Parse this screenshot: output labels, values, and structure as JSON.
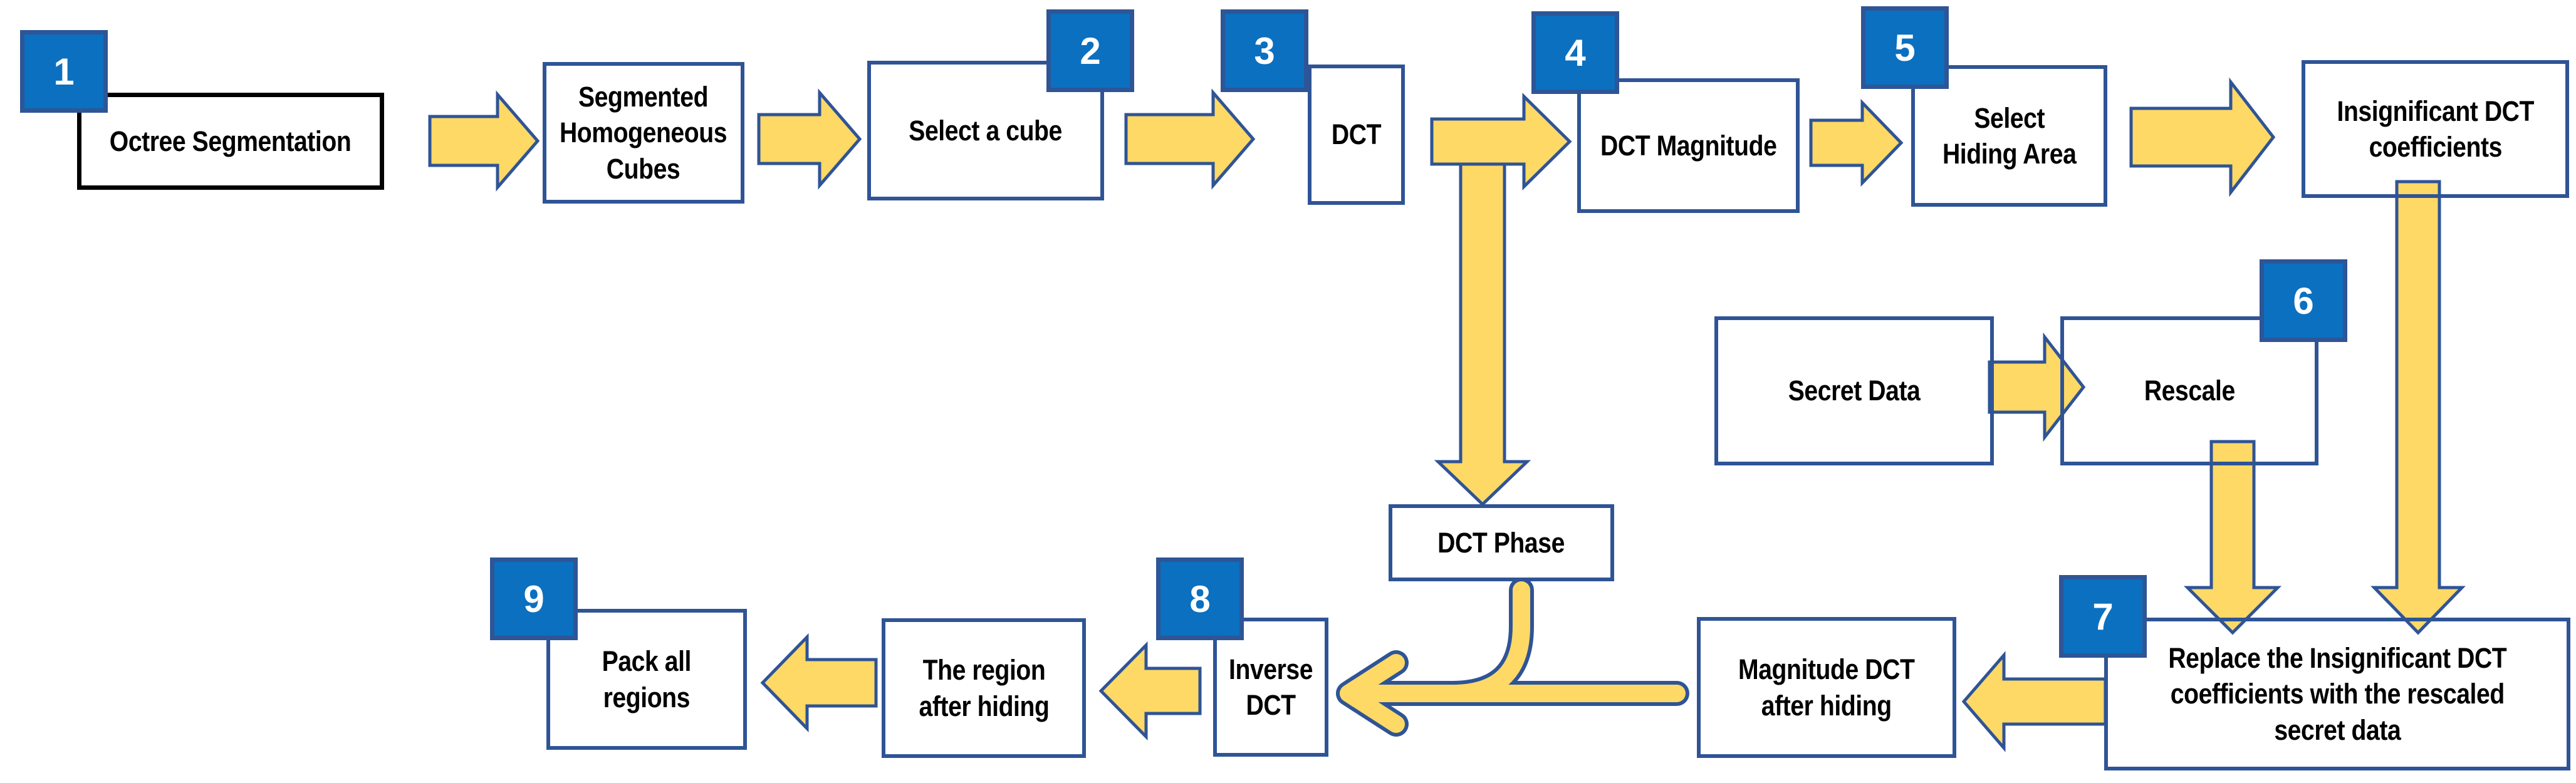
{
  "colors": {
    "background": "#FFFFFF",
    "badge_fill": "#0B70C0",
    "badge_border": "#2E5596",
    "box_border": "#2F5496",
    "start_box_border": "#000000",
    "arrow_fill": "#FFD966",
    "arrow_outline": "#2F5496",
    "label_text": "#000000",
    "badge_text": "#FFFFFF"
  },
  "nodes": {
    "octree": {
      "badge": "1",
      "label": "Octree Segmentation"
    },
    "segmented": {
      "label": "Segmented\nHomogeneous\nCubes"
    },
    "select_cube": {
      "badge": "2",
      "label": "Select a cube"
    },
    "dct": {
      "badge": "3",
      "label": "DCT"
    },
    "dct_magnitude": {
      "badge": "4",
      "label": "DCT Magnitude"
    },
    "select_hiding": {
      "badge": "5",
      "label": "Select\nHiding Area"
    },
    "insignificant": {
      "label": "Insignificant DCT\ncoefficients"
    },
    "secret_data": {
      "label": "Secret Data"
    },
    "rescale": {
      "badge": "6",
      "label": "Rescale"
    },
    "dct_phase": {
      "label": "DCT Phase"
    },
    "replace": {
      "badge": "7",
      "label": "Replace the Insignificant DCT\ncoefficients with the rescaled\nsecret data"
    },
    "magnitude_after": {
      "label": "Magnitude DCT\nafter hiding"
    },
    "inverse_dct": {
      "badge": "8",
      "label": "Inverse\nDCT"
    },
    "region_after": {
      "label": "The region\nafter hiding"
    },
    "pack": {
      "badge": "9",
      "label": "Pack all\nregions"
    }
  },
  "edges": [
    {
      "from": "octree",
      "to": "segmented"
    },
    {
      "from": "segmented",
      "to": "select_cube"
    },
    {
      "from": "select_cube",
      "to": "dct"
    },
    {
      "from": "dct",
      "to": "dct_magnitude"
    },
    {
      "from": "dct",
      "to": "dct_phase"
    },
    {
      "from": "dct_magnitude",
      "to": "select_hiding"
    },
    {
      "from": "select_hiding",
      "to": "insignificant"
    },
    {
      "from": "secret_data",
      "to": "rescale"
    },
    {
      "from": "rescale",
      "to": "replace"
    },
    {
      "from": "insignificant",
      "to": "replace"
    },
    {
      "from": "replace",
      "to": "magnitude_after"
    },
    {
      "from": "magnitude_after",
      "to": "inverse_dct"
    },
    {
      "from": "dct_phase",
      "to": "inverse_dct"
    },
    {
      "from": "inverse_dct",
      "to": "region_after"
    },
    {
      "from": "region_after",
      "to": "pack"
    }
  ]
}
